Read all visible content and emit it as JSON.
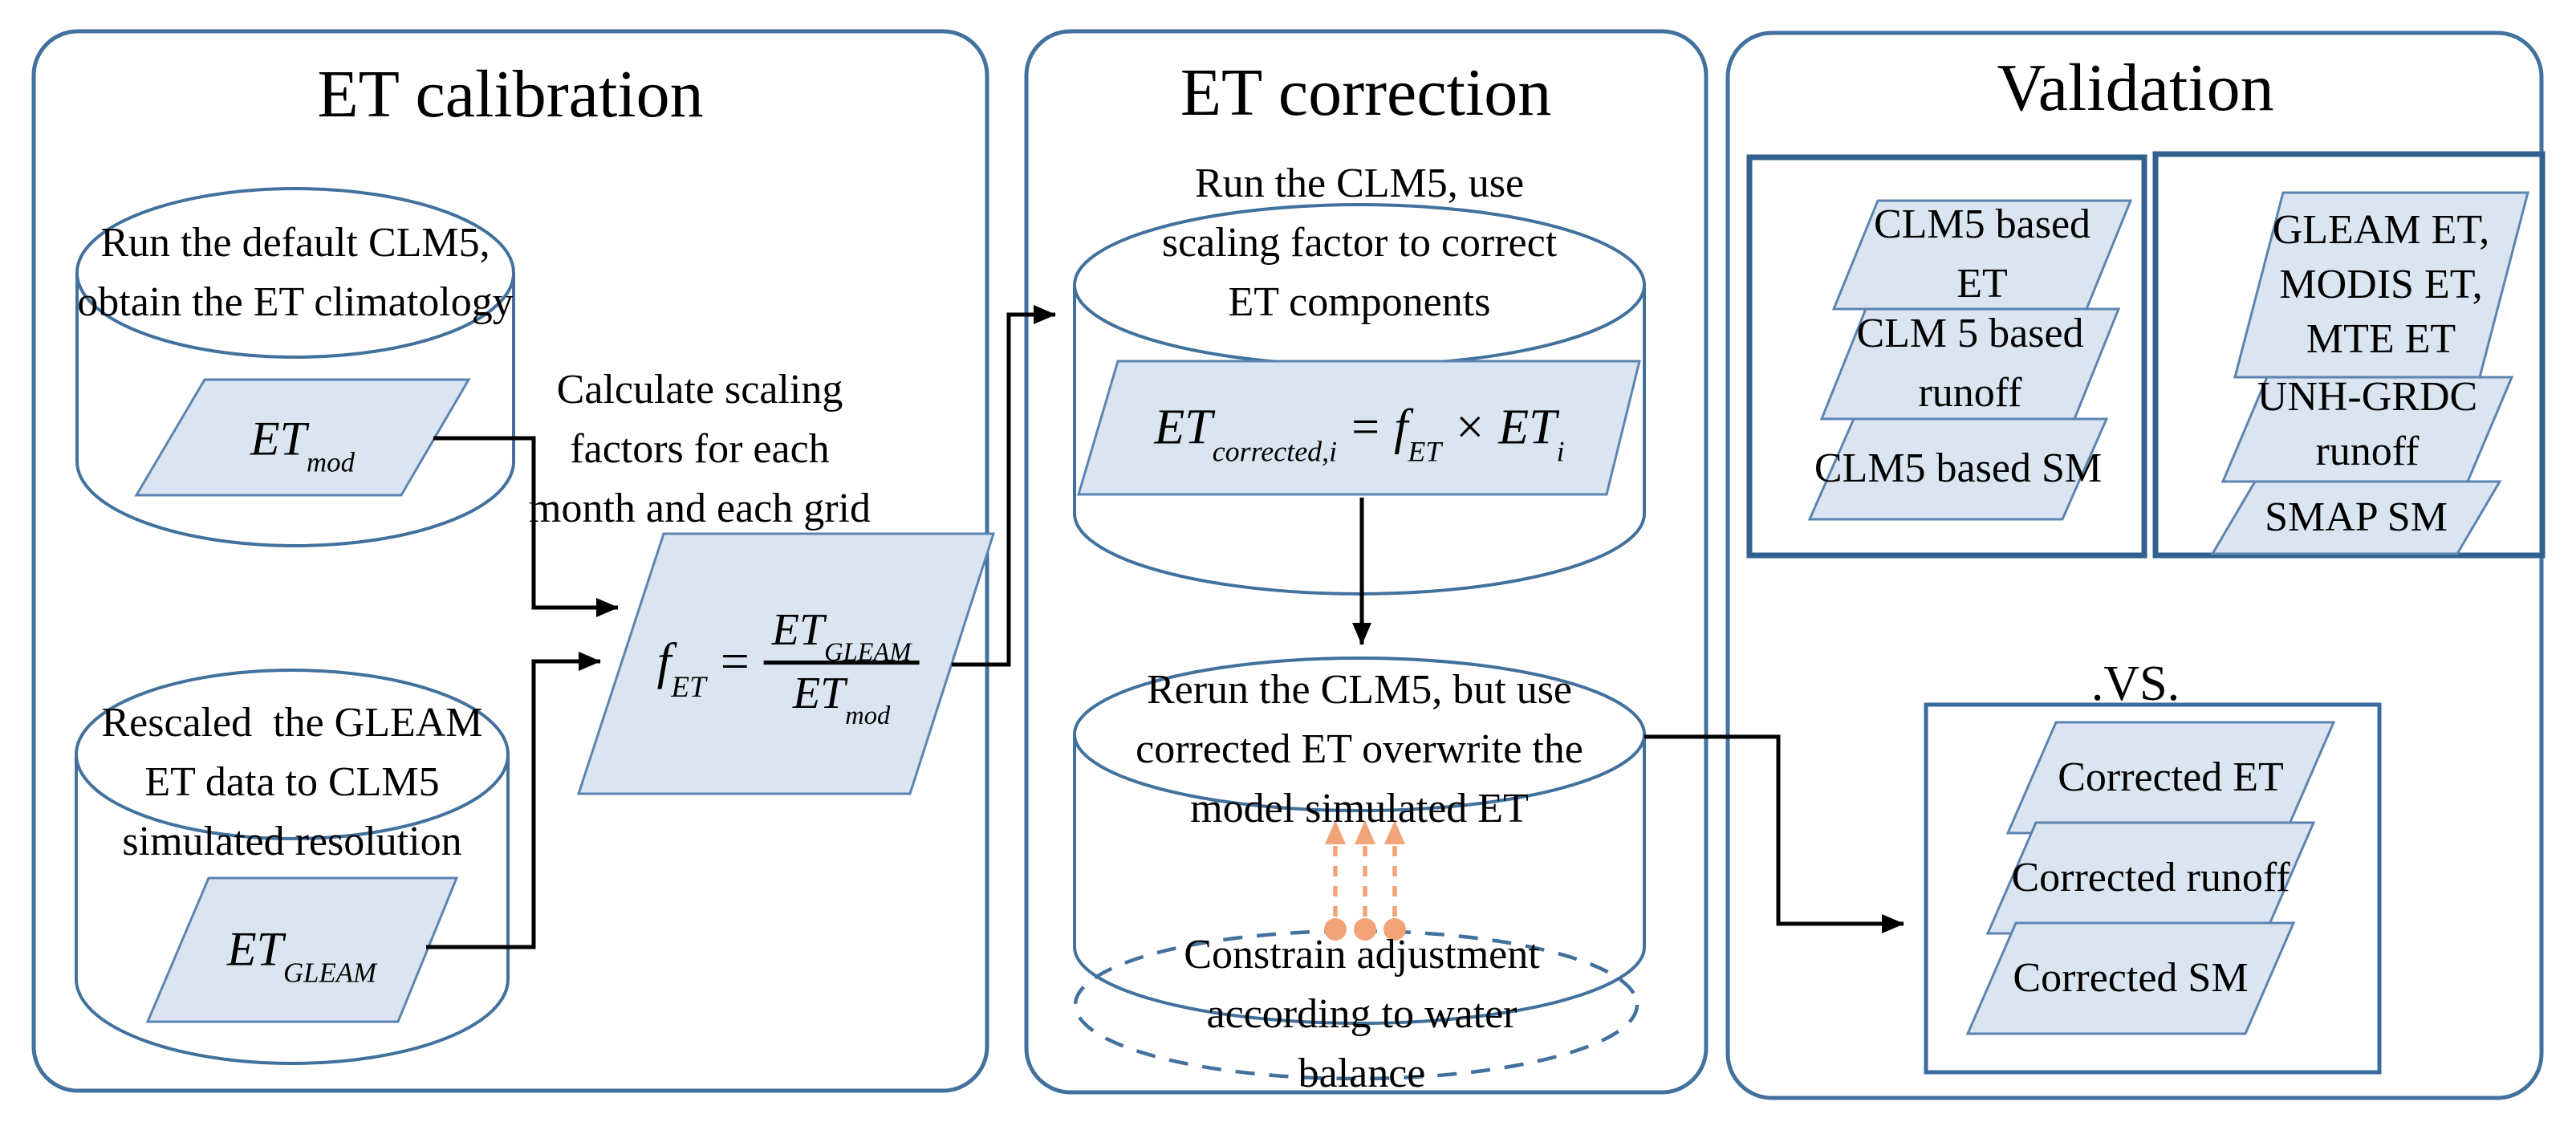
{
  "colors": {
    "panel_border": "#41719c",
    "inner_box_border": "#31628f",
    "shape_fill": "#dbe5f1",
    "shape_border": "#5b84b1",
    "arrow": "#000000",
    "constraint_orange": "#f2a378",
    "text": "#000000"
  },
  "calibration": {
    "title": "ET calibration",
    "cyl_top": {
      "lines": [
        "Run the default CLM5,",
        "obtain the ET climatology"
      ]
    },
    "et_mod": {
      "base": "ET",
      "sub": "mod"
    },
    "note": {
      "lines": [
        "Calculate scaling",
        "factors for each",
        "month and each grid"
      ]
    },
    "cyl_bottom": {
      "lines": [
        "Rescaled  the GLEAM",
        "ET data to CLM5",
        "simulated resolution"
      ]
    },
    "et_gleam": {
      "base": "ET",
      "sub": "GLEAM"
    },
    "formula": {
      "lhs_base": "f",
      "lhs_sub": "ET",
      "equals": "=",
      "num_base": "ET",
      "num_sub": "GLEAM",
      "den_base": "ET",
      "den_sub": "mod"
    }
  },
  "correction": {
    "title": "ET correction",
    "cyl_top": {
      "lines": [
        "Run the CLM5, use",
        "scaling factor to correct",
        "ET components"
      ]
    },
    "formula": {
      "lhs_base": "ET",
      "lhs_sub": "corrected,i",
      "equals": "=",
      "factor_base": "f",
      "factor_sub": "ET",
      "times": "×",
      "rhs_base": "ET",
      "rhs_sub": "i"
    },
    "cyl_bottom": {
      "lines": [
        "Rerun the CLM5, but use",
        "corrected ET overwrite the",
        "model simulated ET"
      ]
    },
    "constraint": {
      "lines": [
        "Constrain adjustment",
        "according to water",
        "balance"
      ]
    }
  },
  "validation": {
    "title": "Validation",
    "vs_label": ".VS.",
    "model_box": {
      "items": [
        {
          "lines": [
            "CLM5 based",
            "ET"
          ]
        },
        {
          "lines": [
            "CLM 5 based",
            "runoff"
          ]
        },
        {
          "lines": [
            "CLM5 based SM"
          ]
        }
      ]
    },
    "reference_box": {
      "items": [
        {
          "lines": [
            "GLEAM ET,",
            "MODIS ET,",
            "MTE ET"
          ]
        },
        {
          "lines": [
            "UNH-GRDC",
            "runoff"
          ]
        },
        {
          "lines": [
            "SMAP SM"
          ]
        }
      ]
    },
    "corrected_box": {
      "items": [
        {
          "lines": [
            "Corrected ET"
          ]
        },
        {
          "lines": [
            "Corrected runoff"
          ]
        },
        {
          "lines": [
            "Corrected SM"
          ]
        }
      ]
    }
  }
}
